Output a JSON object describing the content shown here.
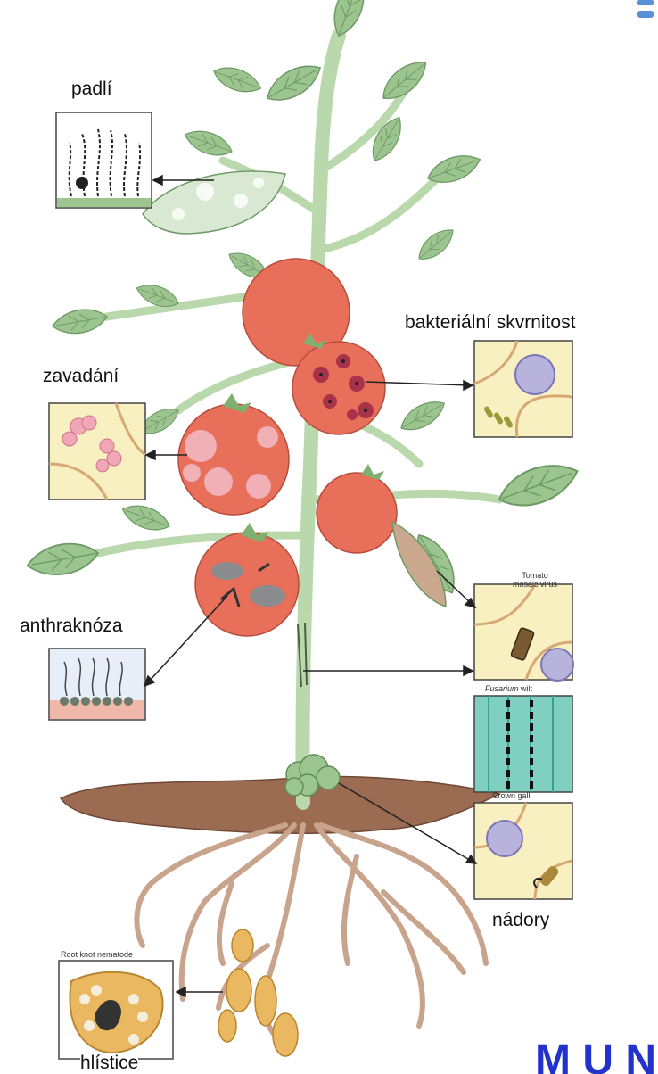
{
  "labels": {
    "powdery_mildew": "padlí",
    "bacterial_spot": "bakteriální skvrnitost",
    "wilting": "zavadání",
    "anthracnose": "anthraknóza",
    "tumors": "nádory",
    "nematodes": "hlístice"
  },
  "inset_captions": {
    "tmv_line1": "Tomato",
    "tmv_line2": "mosaic virus",
    "fusarium_italic": "Fusarium",
    "fusarium_rest": " wilt",
    "crown_gall": "Crown gall",
    "root_knot": "Root knot nematode"
  },
  "colors": {
    "leaf": "#9cc48f",
    "leaf_vein": "#6e9a66",
    "stem": "#b9d8ab",
    "tomato": "#e8705a",
    "soil": "#9b6b52",
    "root": "#c9a48d",
    "cell_bg": "#f8f0c0",
    "logo_blue": "#2233cc"
  },
  "logo_text": "M U N I"
}
